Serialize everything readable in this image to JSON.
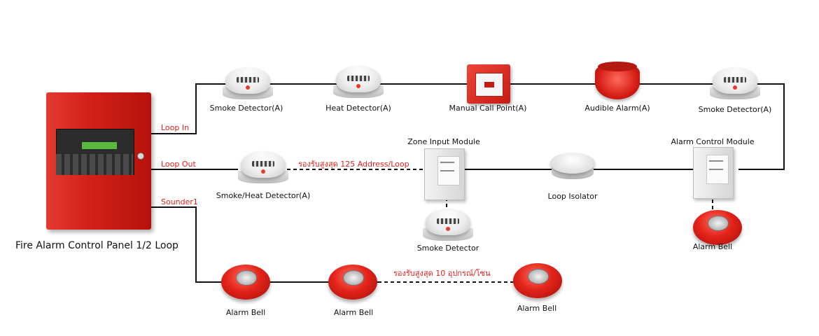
{
  "panel": {
    "title": "Fire Alarm Control Panel 1/2 Loop"
  },
  "wires": {
    "loop_in": "Loop In",
    "loop_out": "Loop Out",
    "sounder": "Sounder1",
    "loop_capacity_note": "รองรับสูงสุด 125 Address/Loop",
    "sounder_capacity_note": "รองรับสูงสุด 10 อุปกรณ์/โซน"
  },
  "devices": {
    "smoke_detector_a_1": "Smoke Detector(A)",
    "heat_detector_a": "Heat Detector(A)",
    "manual_call_point_a": "Manual Call Point(A)",
    "audible_alarm_a": "Audible Alarm(A)",
    "smoke_detector_a_2": "Smoke Detector(A)",
    "smoke_heat_detector_a": "Smoke/Heat Detector(A)",
    "zone_input_module": "Zone Input Module",
    "smoke_detector": "Smoke Detector",
    "loop_isolator": "Loop Isolator",
    "alarm_control_module": "Alarm Control Module",
    "alarm_bell_module": "Alarm Bell",
    "alarm_bell_1": "Alarm Bell",
    "alarm_bell_2": "Alarm Bell",
    "alarm_bell_3": "Alarm Bell"
  },
  "colors": {
    "accent_red": "#e0201c",
    "wire": "#111111"
  }
}
